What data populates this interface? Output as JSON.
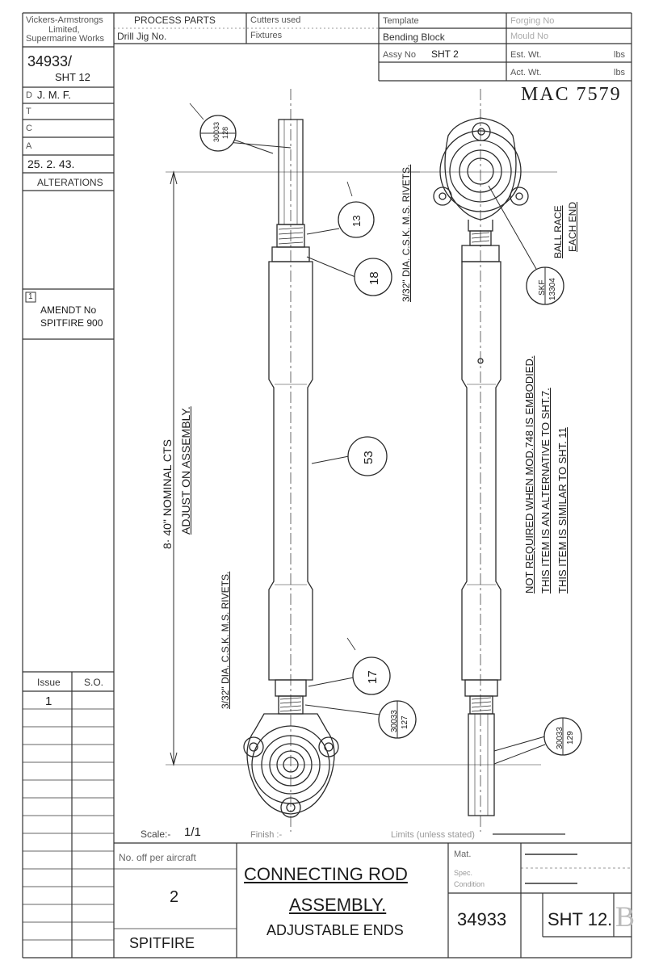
{
  "company": {
    "line1": "Vickers-Armstrongs",
    "line2": "Limited,",
    "line3": "Supermarine Works"
  },
  "header": {
    "process_parts": "PROCESS PARTS",
    "drill_jig": "Drill Jig No.",
    "cutters": "Cutters used",
    "fixtures": "Fixtures",
    "template": "Template",
    "bending_block": "Bending Block",
    "assy_no_label": "Assy No",
    "assy_no_value": "SHT 2",
    "forging_no": "Forging No",
    "mould_no": "Mould No",
    "est_wt": "Est. Wt.",
    "act_wt": "Act. Wt.",
    "lbs": "lbs"
  },
  "side_panel": {
    "drawing_no": "34933/",
    "sheet": "SHT 12",
    "d_label": "D",
    "d_value": "J. M. F.",
    "t_label": "T",
    "c_label": "C",
    "a_label": "A",
    "date": "25. 2. 43.",
    "alterations": "ALTERATIONS",
    "amend_no": "1",
    "amend_text_1": "AMENDT No",
    "amend_text_2": "SPITFIRE 900",
    "issue_label": "Issue",
    "so_label": "S.O.",
    "issue_value": "1"
  },
  "drawing": {
    "mac_no": "MAC 7579",
    "part_13": "13",
    "part_18": "18",
    "part_53": "53",
    "part_17": "17",
    "ref_top_1": "30033",
    "ref_top_2": "128",
    "ref_bottom_1": "30033",
    "ref_bottom_2": "127",
    "ref_right_1": "30033",
    "ref_right_2": "129",
    "skf_1": "SKF",
    "skf_2": "13304",
    "ball_race_1": "BALL RACE",
    "ball_race_2": "EACH END",
    "rivets_top": "3/32\" DIA. C.S.K. M.S. RIVETS.",
    "rivets_bottom": "3/32\" DIA. C.S.K. M.S. RIVETS.",
    "dim_main": "8· 40\"  NOMINAL CTS",
    "dim_adjust": "ADJUST ON ASSEMBLY.",
    "note_1": "NOT REQUIRED WHEN MOD.748 IS EMBODIED.",
    "note_2": "THIS ITEM IS AN ALTERNATIVE TO SHT.7.",
    "note_3": "THIS ITEM IS SIMILAR TO SHT. 11"
  },
  "title_block": {
    "scale_label": "Scale:-",
    "scale_value": "1/1",
    "finish_label": "Finish :-",
    "limits_label": "Limits (unless stated)",
    "no_off_label": "No. off per aircraft",
    "no_off_value": "2",
    "aircraft": "SPITFIRE",
    "title_1": "CONNECTING ROD",
    "title_2": "ASSEMBLY.",
    "title_3": "ADJUSTABLE ENDS",
    "mat_label": "Mat.",
    "spec_label": "Spec.",
    "condition_label": "Condition",
    "drawing_no": "34933",
    "sheet": "SHT 12.",
    "sheet_suffix": "B"
  }
}
